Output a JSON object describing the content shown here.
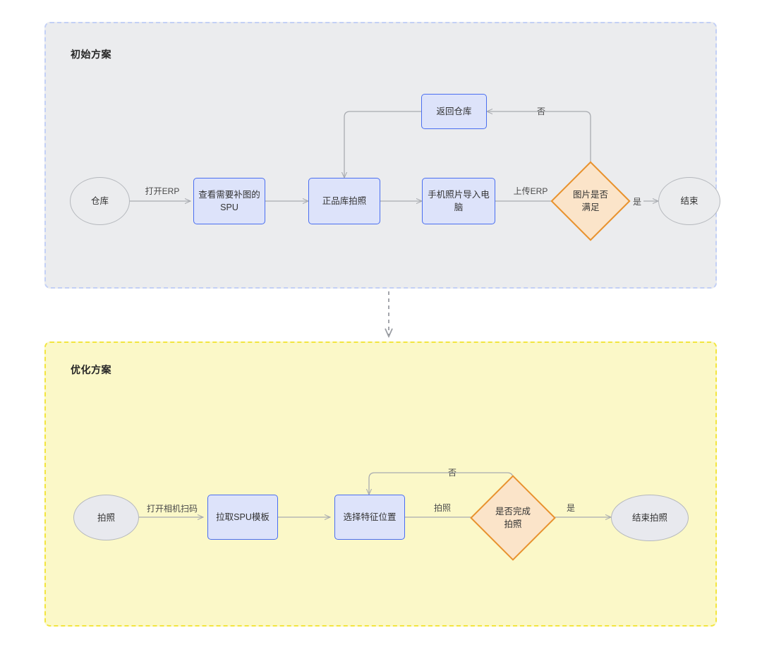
{
  "diagram": {
    "type": "flowchart",
    "panels": [
      {
        "id": "initial",
        "title": "初始方案",
        "nodes": [
          {
            "id": "warehouse",
            "label": "仓库",
            "shape": "terminal"
          },
          {
            "id": "view-spu",
            "label": "查看需要补图的\nSPU",
            "shape": "process"
          },
          {
            "id": "photo-stock",
            "label": "正品库拍照",
            "shape": "process"
          },
          {
            "id": "import-pc",
            "label": "手机照片导入电\n脑",
            "shape": "process"
          },
          {
            "id": "check-photo",
            "label": "图片是否\n满足",
            "shape": "decision"
          },
          {
            "id": "end",
            "label": "结束",
            "shape": "terminal"
          },
          {
            "id": "return-wh",
            "label": "返回仓库",
            "shape": "process"
          }
        ],
        "edges": [
          {
            "from": "warehouse",
            "to": "view-spu",
            "label": "打开ERP"
          },
          {
            "from": "view-spu",
            "to": "photo-stock",
            "label": ""
          },
          {
            "from": "photo-stock",
            "to": "import-pc",
            "label": ""
          },
          {
            "from": "import-pc",
            "to": "check-photo",
            "label": "上传ERP"
          },
          {
            "from": "check-photo",
            "to": "end",
            "label": "是"
          },
          {
            "from": "check-photo",
            "to": "return-wh",
            "label": "否"
          },
          {
            "from": "return-wh",
            "to": "photo-stock",
            "label": ""
          }
        ]
      },
      {
        "id": "optimized",
        "title": "优化方案",
        "nodes": [
          {
            "id": "take-photo",
            "label": "拍照",
            "shape": "terminal"
          },
          {
            "id": "pull-template",
            "label": "拉取SPU模板",
            "shape": "process"
          },
          {
            "id": "select-pos",
            "label": "选择特征位置",
            "shape": "process"
          },
          {
            "id": "done-photo",
            "label": "是否完成\n拍照",
            "shape": "decision"
          },
          {
            "id": "end-photo",
            "label": "结束拍照",
            "shape": "terminal"
          }
        ],
        "edges": [
          {
            "from": "take-photo",
            "to": "pull-template",
            "label": "打开相机扫码"
          },
          {
            "from": "pull-template",
            "to": "select-pos",
            "label": ""
          },
          {
            "from": "select-pos",
            "to": "done-photo",
            "label": "拍照"
          },
          {
            "from": "done-photo",
            "to": "end-photo",
            "label": "是"
          },
          {
            "from": "done-photo",
            "to": "select-pos",
            "label": "否"
          }
        ]
      }
    ],
    "connector": {
      "from": "initial",
      "to": "optimized",
      "style": "dashed-arrow"
    },
    "colors": {
      "panel_initial_bg": "#ebecee",
      "panel_initial_border": "#c3d0f5",
      "panel_optimized_bg": "#fbf8c8",
      "panel_optimized_border": "#f2e53f",
      "process_fill": "#dde3fa",
      "process_border": "#4a6ef0",
      "decision_fill": "#fbe4c9",
      "decision_border": "#e8922e",
      "terminal_fill": "#ebecee",
      "terminal_border": "#b5b8bd",
      "edge_stroke": "#a8abb0",
      "text": "#333333"
    }
  }
}
